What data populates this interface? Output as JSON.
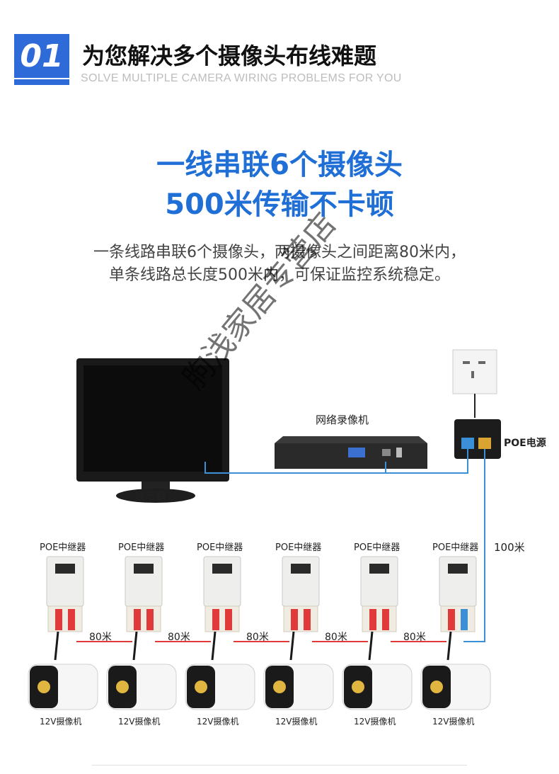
{
  "header": {
    "badge_number": "01",
    "title": "为您解决多个摄像头布线难题",
    "subtitle": "SOLVE MULTIPLE CAMERA WIRING PROBLEMS FOR YOU"
  },
  "headline": {
    "line1": "一线串联6个摄像头",
    "line2": "500米传输不卡顿"
  },
  "description": {
    "line1": "一条线路串联6个摄像头，两摄像头之间距离80米内，",
    "line2": "单条线路总长度500米内，可保证监控系统稳定。"
  },
  "diagram": {
    "monitor_label": "显示器",
    "nvr_label": "网络录像机",
    "poe_power_label": "POE电源",
    "distance_main": "100米",
    "repeater_label": "POE中继器",
    "segment_distance": "80米",
    "camera_label": "12V摄像机",
    "repeater_count": 6
  },
  "watermark": "朐浅家居专营店",
  "colors": {
    "accent_blue": "#1f6fd6",
    "badge_blue": "#2f6ad9",
    "cable_blue": "#3a8fd6",
    "cable_red": "#e03a3a"
  }
}
